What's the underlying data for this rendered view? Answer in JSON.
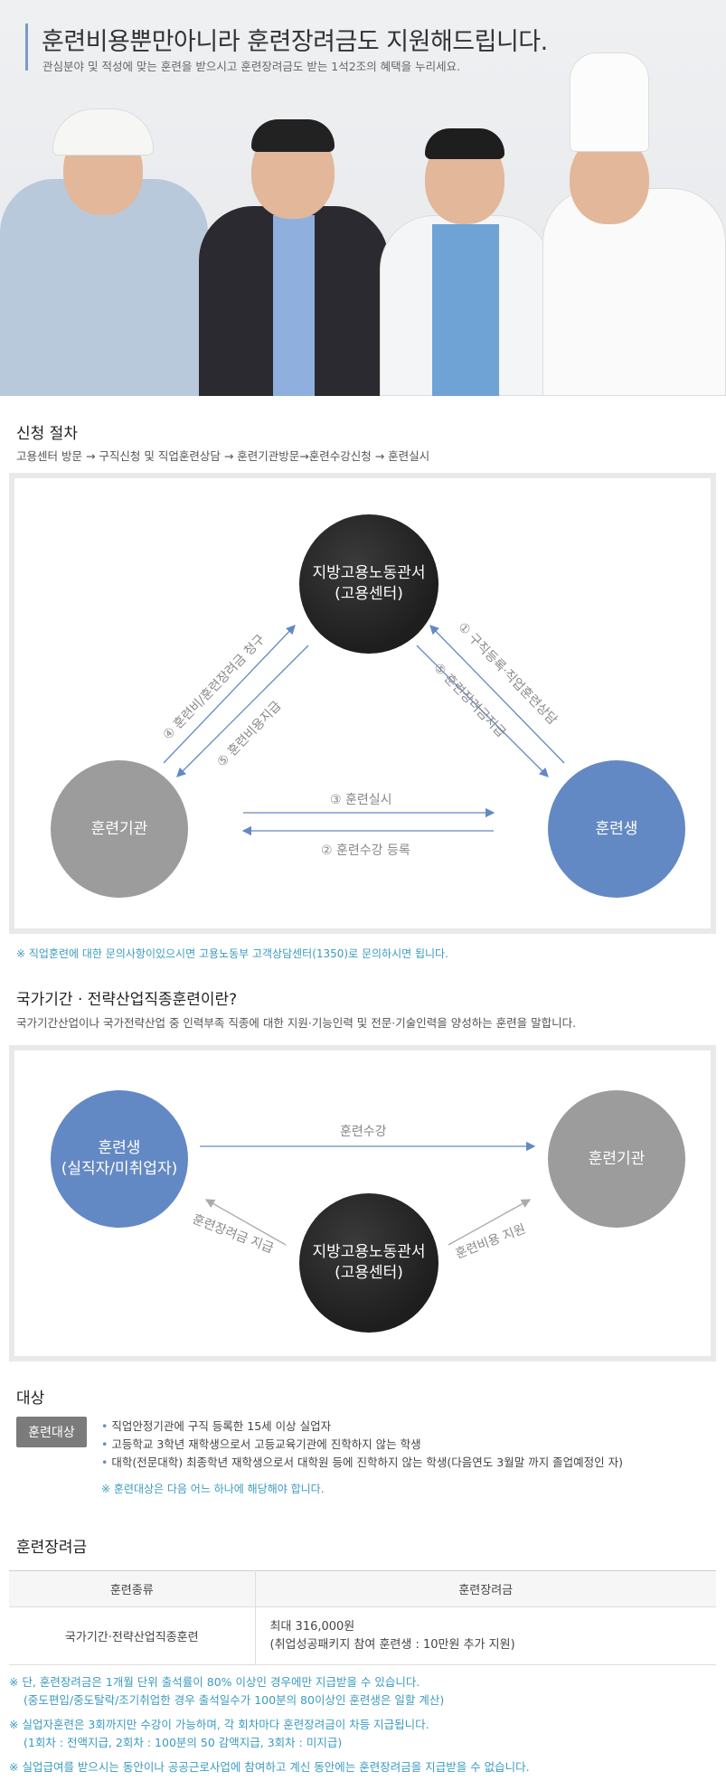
{
  "hero": {
    "title": "훈련비용뿐만아니라 훈련장려금도 지원해드립니다.",
    "subtitle": "관심분야 및 적성에 맞는 훈련을 받으시고 훈련장려금도 받는 1석2조의 혜택을 누리세요."
  },
  "procedure": {
    "title": "신청 절차",
    "desc": "고용센터 방문 → 구직신청 및 직업훈련상담 → 훈련기관방문→훈련수강신청 → 훈련실시",
    "center_line1": "지방고용노동관서",
    "center_line2": "(고용센터)",
    "left_node": "훈련기관",
    "right_node": "훈련생",
    "label_1": "① 구직등록·직업훈련상담",
    "label_2": "② 훈련수강 등록",
    "label_3": "③ 훈련실시",
    "label_4": "④ 훈련비/훈련장려금 청구",
    "label_5a": "⑤ 훈련비용지급",
    "label_5b": "⑤ 훈련장려금지급",
    "note": "※ 직업훈련에 대한 문의사항이있으시면 고용노동부 고객상담센터(1350)로 문의하시면 됩니다."
  },
  "national": {
    "title": "국가기간 · 전략산업직종훈련이란?",
    "desc": "국가기간산업이나 국가전략산업 중 인력부족 직종에 대한 지원·기능인력 및 전문·기술인력을 양성하는 훈련을 말합니다.",
    "left_line1": "훈련생",
    "left_line2": "(실직자/미취업자)",
    "right_node": "훈련기관",
    "center_line1": "지방고용노동관서",
    "center_line2": "(고용센터)",
    "label_top": "훈련수강",
    "label_left": "훈련장려금 지급",
    "label_right": "훈련비용 지원"
  },
  "target": {
    "title": "대상",
    "badge": "훈련대상",
    "items": [
      "직업안정기관에 구직 등록한 15세 이상 실업자",
      "고등학교 3학년 재학생으로서 고등교육기관에 진학하지 않는 학생",
      "대학(전문대학) 최종학년 재학생으로서 대학원 등에 진학하지 않는 학생(다음연도 3월말 까지 졸업예정인 자)"
    ],
    "note": "※ 훈련대상은 다음 어느 하나에 해당해야 합니다."
  },
  "allowance": {
    "title": "훈련장려금",
    "col1": "훈련종류",
    "col2": "훈련장려금",
    "row_type": "국가기간·전략산업직종훈련",
    "row_amount1": "최대 316,000원",
    "row_amount2": "(취업성공패키지 참여 훈련생 : 10만원 추가 지원)",
    "notes": [
      "※ 단, 훈련장려금은 1개월 단위 출석률이 80% 이상인 경우에만 지급받을 수 있습니다.",
      "(중도편입/중도탈락/조기취업한 경우 출석일수가 100분의 80이상인 훈련생은 일할 계산)",
      "※ 실업자훈련은 3회까지만 수강이 가능하며, 각 회차마다 훈련장려금이 차등 지급됩니다.",
      "(1회차 : 전액지급, 2회차 : 100분의 50 감액지급, 3회차 : 미지급)",
      "※ 실업급여를 받으시는 동안이나 공공근로사업에 참여하고 계신 동안에는 훈련장려금을 지급받을 수 없습니다."
    ]
  },
  "colors": {
    "accent_blue": "#6389c4",
    "note_teal": "#3a9bbf",
    "node_gray": "#9c9c9c",
    "node_dark": "#222222"
  }
}
